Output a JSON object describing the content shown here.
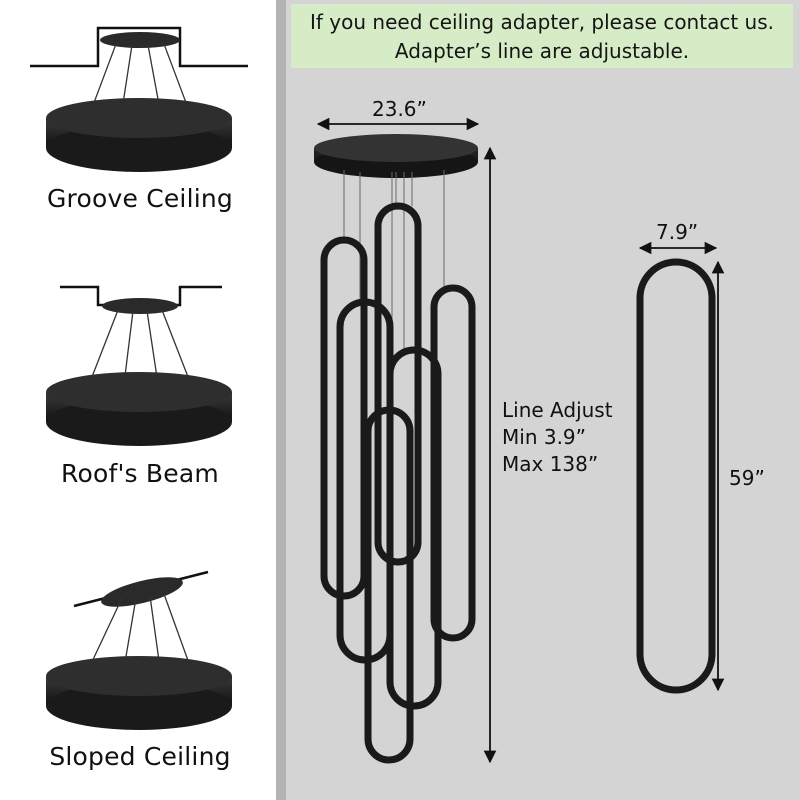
{
  "mounting_options": [
    {
      "label": "Groove Ceiling",
      "icon": "groove-ceiling-fixture-icon"
    },
    {
      "label": "Roof's Beam",
      "icon": "roof-beam-fixture-icon"
    },
    {
      "label": "Sloped Ceiling",
      "icon": "sloped-ceiling-fixture-icon"
    }
  ],
  "notice": {
    "line1": "If you need ceiling adapter, please contact us.",
    "line2": "Adapter’s line are adjustable."
  },
  "dimensions": {
    "canopy_diameter": "23.6”",
    "line_adjust": [
      "Line Adjust",
      "Min 3.9”",
      "Max 138”"
    ],
    "ring_width": "7.9”",
    "ring_height": "59”"
  },
  "colors": {
    "panel_background": "#d4d4d4",
    "notice_background": "#d6ecc7",
    "fixture_black": "#1c1c1c"
  }
}
